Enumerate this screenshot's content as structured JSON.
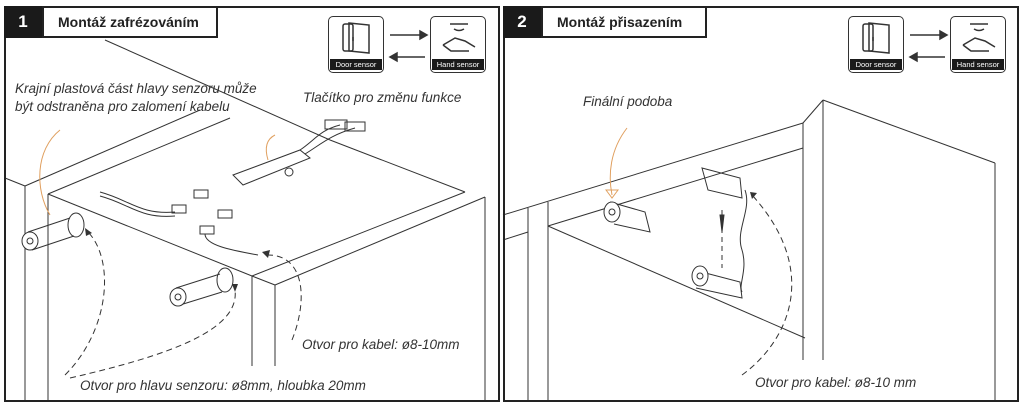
{
  "panel1": {
    "number": "1",
    "title": "Montáž zafrézováním",
    "door_sensor_label": "Door sensor",
    "hand_sensor_label": "Hand sensor",
    "note_cap_line1": "Krajní plastová část hlavy senzoru může",
    "note_cap_line2": "být odstraněna pro zalomení kabelu",
    "note_button": "Tlačítko pro změnu funkce",
    "note_cable_hole": "Otvor pro kabel: ø8-10mm",
    "note_head_hole": "Otvor pro hlavu senzoru: ø8mm, hloubka 20mm"
  },
  "panel2": {
    "number": "2",
    "title": "Montáž přisazením",
    "door_sensor_label": "Door sensor",
    "hand_sensor_label": "Hand sensor",
    "note_final": "Finální podoba",
    "note_cable_hole": "Otvor pro kabel: ø8-10 mm"
  },
  "colors": {
    "accent_orange": "#e0a060",
    "line": "#333333"
  }
}
